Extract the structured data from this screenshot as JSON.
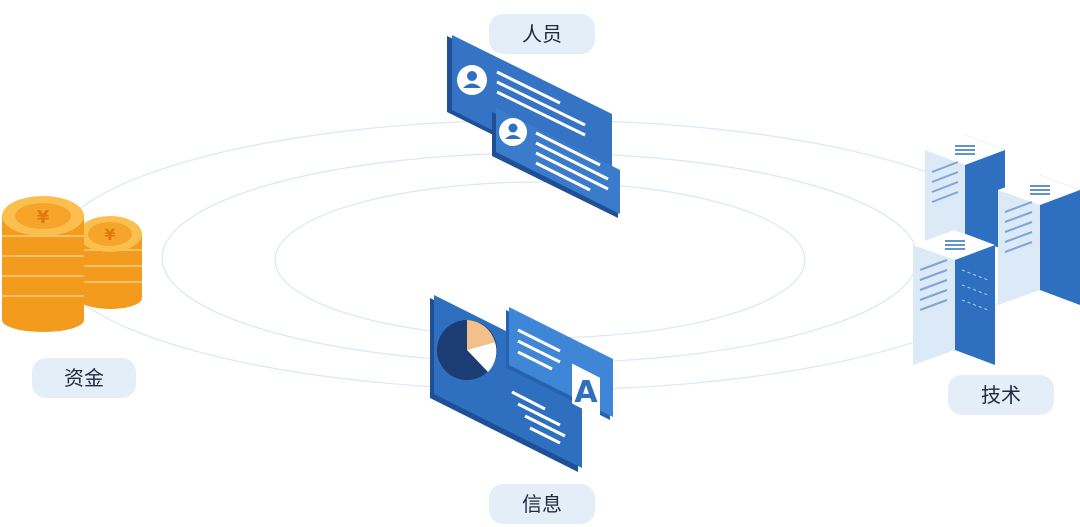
{
  "labels": {
    "people": "人员",
    "funds": "资金",
    "tech": "技术",
    "info": "信息"
  },
  "icons": {
    "people": "profile-cards-icon",
    "funds": "yuan-coin-stacks-icon",
    "tech": "server-racks-icon",
    "info": "chart-document-icon"
  },
  "colors": {
    "primary_blue": "#2f6fbf",
    "dark_blue": "#1f4f94",
    "light_blue": "#e3eef9",
    "coin_orange": "#f6a52a",
    "orbit_line": "#dbe7f2"
  },
  "coin_symbol": "¥",
  "doc_letter": "A"
}
